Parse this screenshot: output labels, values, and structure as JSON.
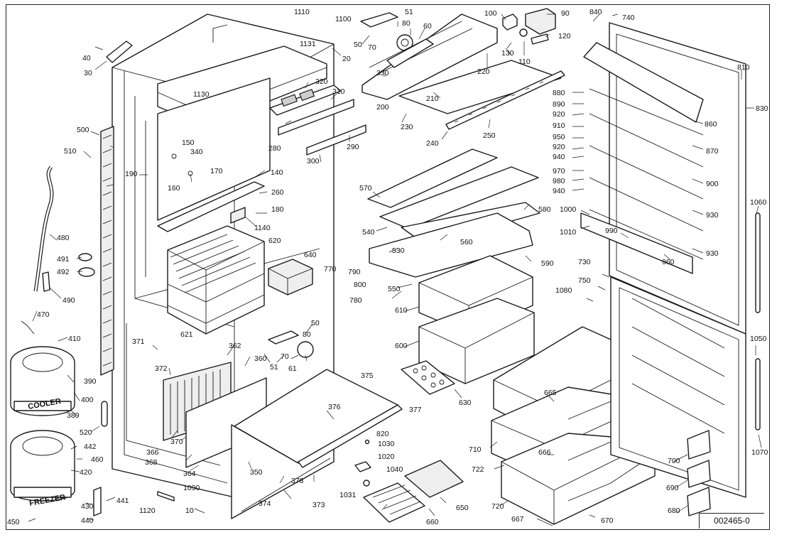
{
  "diagram": {
    "reference": "002465-0",
    "component_words": {
      "cooler": "COOLER",
      "freezer": "FREEZER"
    },
    "part_numbers": [
      {
        "id": "p10",
        "label": "10"
      },
      {
        "id": "p20",
        "label": "20"
      },
      {
        "id": "p30",
        "label": "30"
      },
      {
        "id": "p40",
        "label": "40"
      },
      {
        "id": "p50a",
        "label": "50"
      },
      {
        "id": "p50b",
        "label": "50"
      },
      {
        "id": "p51a",
        "label": "51"
      },
      {
        "id": "p51b",
        "label": "51"
      },
      {
        "id": "p60",
        "label": "60"
      },
      {
        "id": "p61",
        "label": "61"
      },
      {
        "id": "p70a",
        "label": "70"
      },
      {
        "id": "p70b",
        "label": "70"
      },
      {
        "id": "p80a",
        "label": "80"
      },
      {
        "id": "p80b",
        "label": "80"
      },
      {
        "id": "p90",
        "label": "90"
      },
      {
        "id": "p100",
        "label": "100"
      },
      {
        "id": "p110",
        "label": "110"
      },
      {
        "id": "p120",
        "label": "120"
      },
      {
        "id": "p130",
        "label": "130"
      },
      {
        "id": "p140",
        "label": "140"
      },
      {
        "id": "p150",
        "label": "150"
      },
      {
        "id": "p160",
        "label": "160"
      },
      {
        "id": "p170",
        "label": "170"
      },
      {
        "id": "p180",
        "label": "180"
      },
      {
        "id": "p190",
        "label": "190"
      },
      {
        "id": "p200",
        "label": "200"
      },
      {
        "id": "p210",
        "label": "210"
      },
      {
        "id": "p220",
        "label": "220"
      },
      {
        "id": "p230",
        "label": "230"
      },
      {
        "id": "p240",
        "label": "240"
      },
      {
        "id": "p250",
        "label": "250"
      },
      {
        "id": "p260",
        "label": "260"
      },
      {
        "id": "p280",
        "label": "280"
      },
      {
        "id": "p290",
        "label": "290"
      },
      {
        "id": "p300",
        "label": "300"
      },
      {
        "id": "p310",
        "label": "310"
      },
      {
        "id": "p320",
        "label": "320"
      },
      {
        "id": "p330",
        "label": "330"
      },
      {
        "id": "p340",
        "label": "340"
      },
      {
        "id": "p350",
        "label": "350"
      },
      {
        "id": "p360",
        "label": "360"
      },
      {
        "id": "p362",
        "label": "362"
      },
      {
        "id": "p364",
        "label": "364"
      },
      {
        "id": "p366",
        "label": "366"
      },
      {
        "id": "p368",
        "label": "368"
      },
      {
        "id": "p370",
        "label": "370"
      },
      {
        "id": "p371",
        "label": "371"
      },
      {
        "id": "p372",
        "label": "372"
      },
      {
        "id": "p373",
        "label": "373"
      },
      {
        "id": "p374",
        "label": "374"
      },
      {
        "id": "p375",
        "label": "375"
      },
      {
        "id": "p376",
        "label": "376"
      },
      {
        "id": "p377",
        "label": "377"
      },
      {
        "id": "p378",
        "label": "378"
      },
      {
        "id": "p380",
        "label": "380"
      },
      {
        "id": "p390",
        "label": "390"
      },
      {
        "id": "p400",
        "label": "400"
      },
      {
        "id": "p410",
        "label": "410"
      },
      {
        "id": "p420",
        "label": "420"
      },
      {
        "id": "p430",
        "label": "430"
      },
      {
        "id": "p440",
        "label": "440"
      },
      {
        "id": "p441",
        "label": "441"
      },
      {
        "id": "p442",
        "label": "442"
      },
      {
        "id": "p450",
        "label": "450"
      },
      {
        "id": "p460",
        "label": "460"
      },
      {
        "id": "p470",
        "label": "470"
      },
      {
        "id": "p480",
        "label": "480"
      },
      {
        "id": "p490",
        "label": "490"
      },
      {
        "id": "p491",
        "label": "491"
      },
      {
        "id": "p492",
        "label": "492"
      },
      {
        "id": "p500",
        "label": "500"
      },
      {
        "id": "p510",
        "label": "510"
      },
      {
        "id": "p520",
        "label": "520"
      },
      {
        "id": "p530",
        "label": "530"
      },
      {
        "id": "p540",
        "label": "540"
      },
      {
        "id": "p550",
        "label": "550"
      },
      {
        "id": "p560",
        "label": "560"
      },
      {
        "id": "p570",
        "label": "570"
      },
      {
        "id": "p580",
        "label": "580"
      },
      {
        "id": "p590",
        "label": "590"
      },
      {
        "id": "p600",
        "label": "600"
      },
      {
        "id": "p610",
        "label": "610"
      },
      {
        "id": "p620",
        "label": "620"
      },
      {
        "id": "p621",
        "label": "621"
      },
      {
        "id": "p630",
        "label": "630"
      },
      {
        "id": "p640",
        "label": "640"
      },
      {
        "id": "p650",
        "label": "650"
      },
      {
        "id": "p660",
        "label": "660"
      },
      {
        "id": "p665",
        "label": "665"
      },
      {
        "id": "p666",
        "label": "666"
      },
      {
        "id": "p667",
        "label": "667"
      },
      {
        "id": "p670",
        "label": "670"
      },
      {
        "id": "p680",
        "label": "680"
      },
      {
        "id": "p690",
        "label": "690"
      },
      {
        "id": "p700",
        "label": "700"
      },
      {
        "id": "p710",
        "label": "710"
      },
      {
        "id": "p720",
        "label": "720"
      },
      {
        "id": "p722",
        "label": "722"
      },
      {
        "id": "p730",
        "label": "730"
      },
      {
        "id": "p740",
        "label": "740"
      },
      {
        "id": "p750",
        "label": "750"
      },
      {
        "id": "p770",
        "label": "770"
      },
      {
        "id": "p780",
        "label": "780"
      },
      {
        "id": "p790",
        "label": "790"
      },
      {
        "id": "p800",
        "label": "800"
      },
      {
        "id": "p810",
        "label": "810"
      },
      {
        "id": "p820",
        "label": "820"
      },
      {
        "id": "p830",
        "label": "830"
      },
      {
        "id": "p840",
        "label": "840"
      },
      {
        "id": "p860",
        "label": "860"
      },
      {
        "id": "p870",
        "label": "870"
      },
      {
        "id": "p880",
        "label": "880"
      },
      {
        "id": "p890",
        "label": "890"
      },
      {
        "id": "p900",
        "label": "900"
      },
      {
        "id": "p910",
        "label": "910"
      },
      {
        "id": "p920a",
        "label": "920"
      },
      {
        "id": "p920b",
        "label": "920"
      },
      {
        "id": "p930a",
        "label": "930"
      },
      {
        "id": "p930b",
        "label": "930"
      },
      {
        "id": "p940a",
        "label": "940"
      },
      {
        "id": "p940b",
        "label": "940"
      },
      {
        "id": "p950",
        "label": "950"
      },
      {
        "id": "p960",
        "label": "960"
      },
      {
        "id": "p970",
        "label": "970"
      },
      {
        "id": "p980",
        "label": "980"
      },
      {
        "id": "p990",
        "label": "990"
      },
      {
        "id": "p1000",
        "label": "1000"
      },
      {
        "id": "p1010",
        "label": "1010"
      },
      {
        "id": "p1020",
        "label": "1020"
      },
      {
        "id": "p1030",
        "label": "1030"
      },
      {
        "id": "p1031",
        "label": "1031"
      },
      {
        "id": "p1040",
        "label": "1040"
      },
      {
        "id": "p1050",
        "label": "1050"
      },
      {
        "id": "p1060",
        "label": "1060"
      },
      {
        "id": "p1070",
        "label": "1070"
      },
      {
        "id": "p1080",
        "label": "1080"
      },
      {
        "id": "p1090",
        "label": "1090"
      },
      {
        "id": "p1100",
        "label": "1100"
      },
      {
        "id": "p1110",
        "label": "1110"
      },
      {
        "id": "p1120",
        "label": "1120"
      },
      {
        "id": "p1130",
        "label": "1130"
      },
      {
        "id": "p1131",
        "label": "1131"
      },
      {
        "id": "p1140",
        "label": "1140"
      }
    ]
  }
}
